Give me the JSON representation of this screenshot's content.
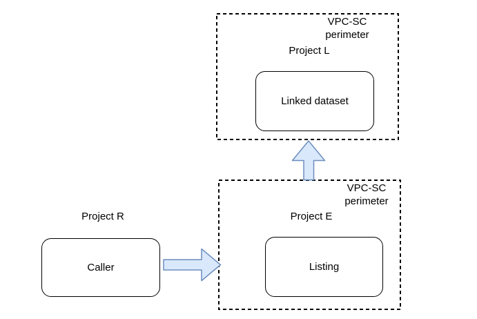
{
  "colors": {
    "background": "#ffffff",
    "line": "#000000",
    "text": "#000000",
    "arrow_fill": "#dae8fc",
    "arrow_stroke": "#6c8ebf"
  },
  "perimeters": {
    "top": {
      "badge_lines": [
        "VPC-SC",
        "perimeter"
      ],
      "project_label": "Project L",
      "node_label": "Linked dataset"
    },
    "bottom": {
      "badge_lines": [
        "VPC-SC",
        "perimeter"
      ],
      "project_label": "Project E",
      "node_label": "Listing"
    }
  },
  "external": {
    "project_label": "Project R",
    "node_label": "Caller"
  },
  "arrows": [
    {
      "direction": "right",
      "from": "Caller",
      "to": "bottom VPC-SC perimeter"
    },
    {
      "direction": "up",
      "from": "bottom VPC-SC perimeter",
      "to": "top VPC-SC perimeter"
    }
  ]
}
